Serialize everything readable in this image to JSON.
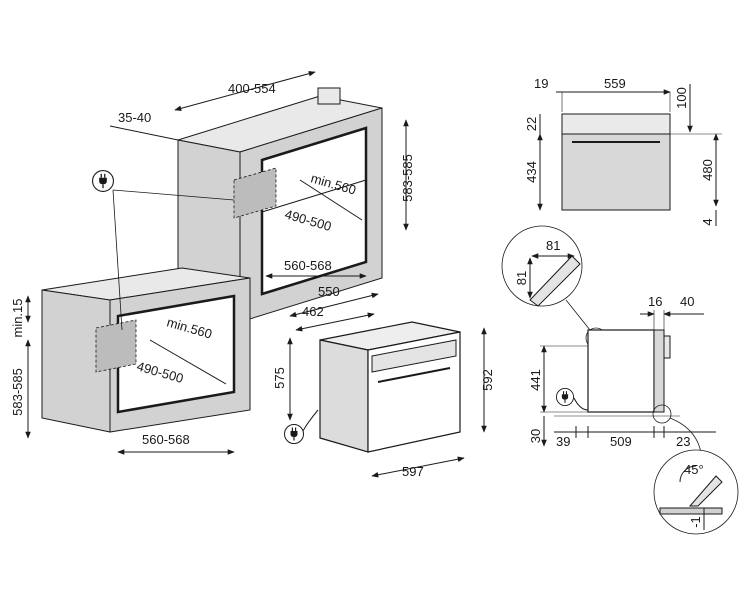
{
  "column_unit": {
    "depth_range": "400-554",
    "side_gap": "35-40",
    "cutout_height": "583-585",
    "cutout_width": "560-568",
    "min_depth": "min.560",
    "vent_depth": "490-500"
  },
  "under_counter_unit": {
    "min_top_gap": "min.15",
    "cutout_height": "583-585",
    "cutout_width": "560-568",
    "min_depth": "min.560",
    "vent_depth": "490-500"
  },
  "oven_iso": {
    "depth_outer": "550",
    "depth_inner": "462",
    "body_height": "575",
    "front_height": "592",
    "front_width": "597"
  },
  "front_view": {
    "left_offset": "19",
    "width": "559",
    "top_offset": "100",
    "panel_height": "22",
    "body_height": "434",
    "right_height": "480",
    "bottom_offset": "4"
  },
  "side_view": {
    "detail_a_width": "81",
    "detail_a_height": "81",
    "door_thickness": "16",
    "right_offset": "40",
    "body_height": "441",
    "bottom_height": "30",
    "left_depth": "39",
    "body_depth": "509",
    "door_depth": "23",
    "angle": "45°",
    "gap": "-1"
  },
  "icons": [
    "plug-icon",
    "plug-icon",
    "plug-icon"
  ]
}
